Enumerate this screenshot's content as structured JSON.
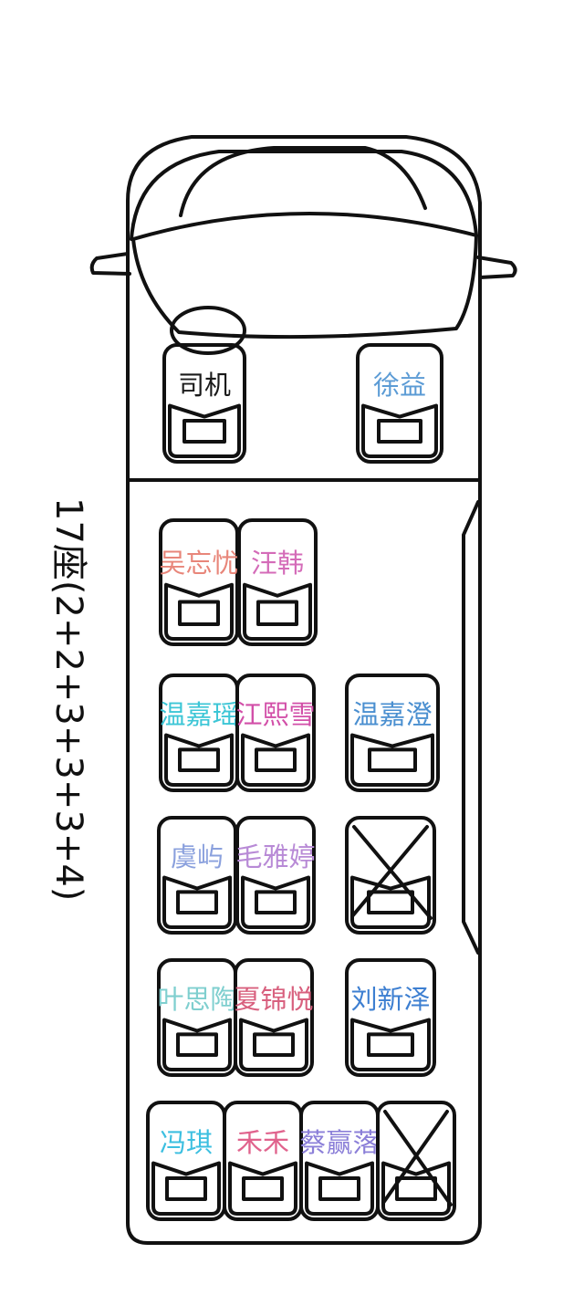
{
  "side_label": "17座(2+2+3+3+3+4)",
  "front_row": {
    "driver": {
      "label": "司机",
      "color": "#1a1a1a"
    },
    "passenger": {
      "label": "徐益",
      "color": "#5b9bd5"
    }
  },
  "rows": [
    {
      "seats": [
        {
          "label": "吴忘忧",
          "color": "#e8867a"
        },
        {
          "label": "汪韩",
          "color": "#d46bb8"
        }
      ]
    },
    {
      "seats": [
        {
          "label": "温嘉瑶",
          "color": "#3cc6d6"
        },
        {
          "label": "江熙雪",
          "color": "#d24fa8"
        },
        {
          "label": "温嘉澄",
          "color": "#4a8fd0"
        }
      ]
    },
    {
      "seats": [
        {
          "label": "虞屿",
          "color": "#8aa0dd"
        },
        {
          "label": "毛雅婷",
          "color": "#b88ad6"
        },
        {
          "label": "",
          "empty": true
        }
      ]
    },
    {
      "seats": [
        {
          "label": "叶思陶",
          "color": "#7fcfcf"
        },
        {
          "label": "夏锦悦",
          "color": "#d8607e"
        },
        {
          "label": "刘新泽",
          "color": "#3d7fd1"
        }
      ]
    },
    {
      "seats": [
        {
          "label": "冯琪",
          "color": "#3cbfe0"
        },
        {
          "label": "禾禾",
          "color": "#e0628c"
        },
        {
          "label": "蔡赢落",
          "color": "#8b7fd8"
        },
        {
          "label": "",
          "empty": true
        }
      ]
    }
  ]
}
